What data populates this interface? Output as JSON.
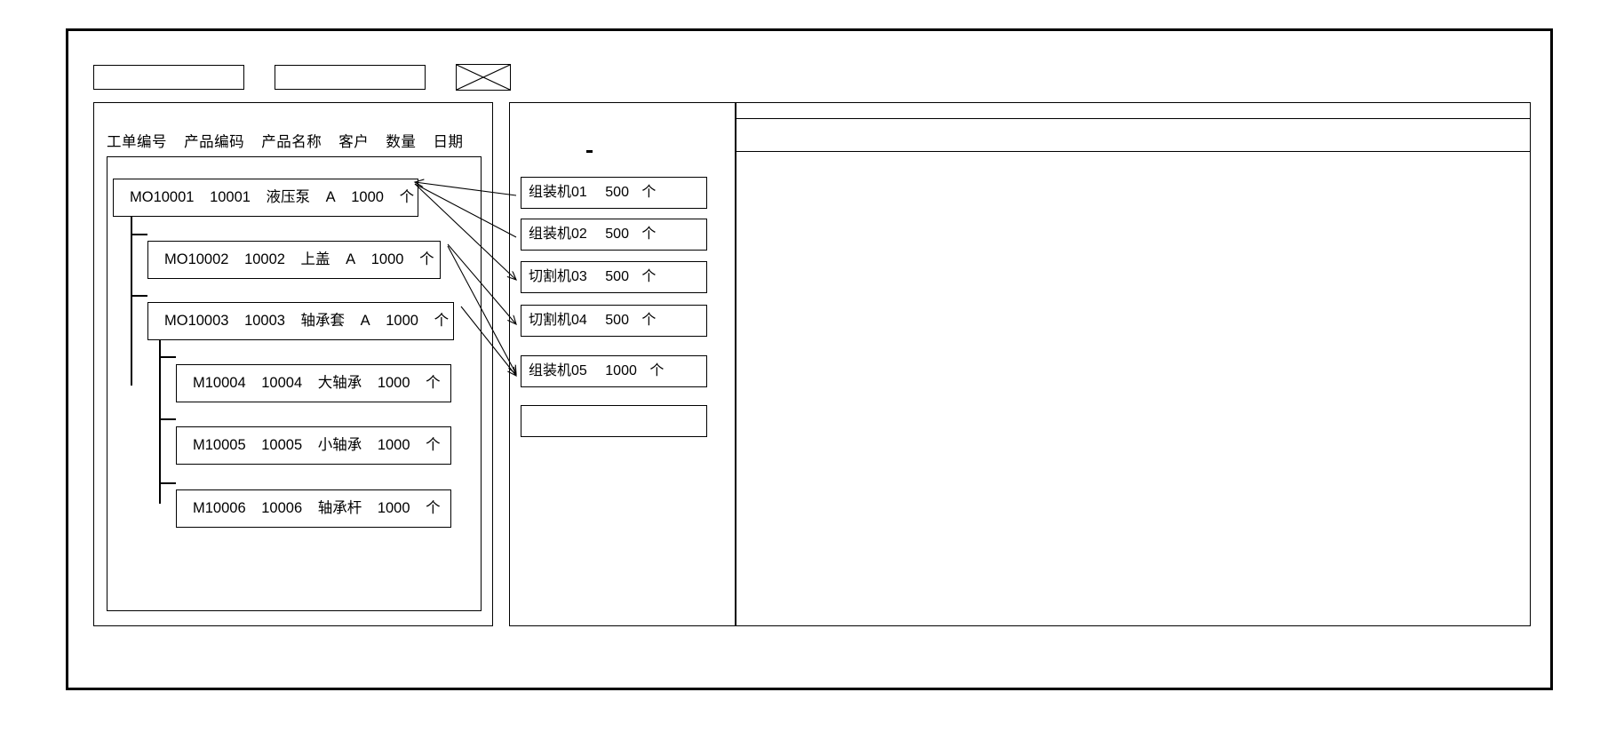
{
  "window": {
    "title": ""
  },
  "toolbar": {
    "boxes": [
      {
        "name": "toolbar-field-1",
        "value": ""
      },
      {
        "name": "toolbar-field-2",
        "value": ""
      }
    ],
    "placeholder_icon": "x-box-icon"
  },
  "left_panel": {
    "columns": [
      "工单编号",
      "产品编码",
      "产品名称",
      "客户",
      "数量",
      "日期"
    ],
    "rows": [
      {
        "level": 0,
        "order_no": "MO10001",
        "product_code": "10001",
        "product_name": "液压泵",
        "customer": "A",
        "qty": "1000",
        "unit": "个"
      },
      {
        "level": 1,
        "order_no": "MO10002",
        "product_code": "10002",
        "product_name": "上盖",
        "customer": "A",
        "qty": "1000",
        "unit": "个"
      },
      {
        "level": 1,
        "order_no": "MO10003",
        "product_code": "10003",
        "product_name": "轴承套",
        "customer": "A",
        "qty": "1000",
        "unit": "个"
      },
      {
        "level": 2,
        "order_no": "M10004",
        "product_code": "10004",
        "product_name": "大轴承",
        "customer": "",
        "qty": "1000",
        "unit": "个"
      },
      {
        "level": 2,
        "order_no": "M10005",
        "product_code": "10005",
        "product_name": "小轴承",
        "customer": "",
        "qty": "1000",
        "unit": "个"
      },
      {
        "level": 2,
        "order_no": "M10006",
        "product_code": "10006",
        "product_name": "轴承杆",
        "customer": "",
        "qty": "1000",
        "unit": "个"
      }
    ]
  },
  "mid_panel": {
    "marker": "",
    "cards": [
      {
        "name": "组装机01",
        "qty": "500",
        "unit": "个"
      },
      {
        "name": "组装机02",
        "qty": "500",
        "unit": "个"
      },
      {
        "name": "切割机03",
        "qty": "500",
        "unit": "个"
      },
      {
        "name": "切割机04",
        "qty": "500",
        "unit": "个"
      },
      {
        "name": "组装机05",
        "qty": "1000",
        "unit": "个"
      },
      {
        "name": "",
        "qty": "",
        "unit": ""
      }
    ]
  },
  "right_panel": {
    "header": "",
    "body": ""
  },
  "colors": {
    "stroke": "#000000",
    "background": "#ffffff"
  }
}
